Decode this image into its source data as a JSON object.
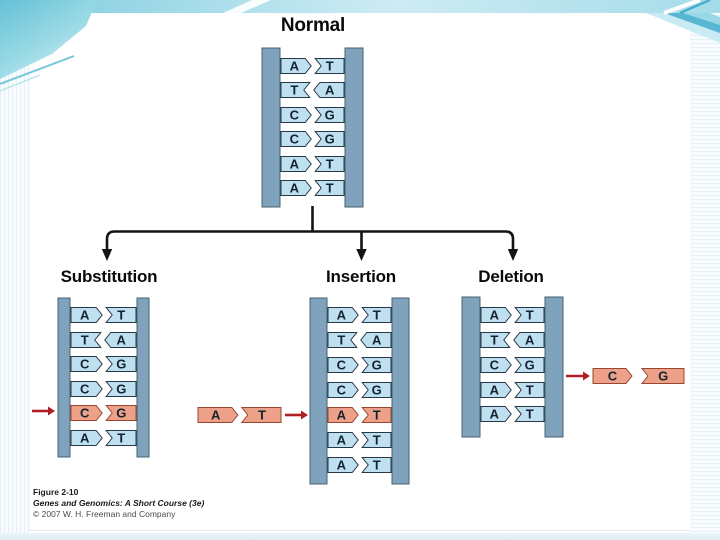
{
  "figure": {
    "title": "Normal",
    "sections": [
      {
        "id": "substitution",
        "label": "Substitution"
      },
      {
        "id": "insertion",
        "label": "Insertion"
      },
      {
        "id": "deletion",
        "label": "Deletion"
      }
    ],
    "ladders": {
      "normal": {
        "pairs": [
          {
            "left": "A",
            "right": "T",
            "dir": "right",
            "highlight": false
          },
          {
            "left": "T",
            "right": "A",
            "dir": "left",
            "highlight": false
          },
          {
            "left": "C",
            "right": "G",
            "dir": "right",
            "highlight": false
          },
          {
            "left": "C",
            "right": "G",
            "dir": "right",
            "highlight": false
          },
          {
            "left": "A",
            "right": "T",
            "dir": "right",
            "highlight": false
          },
          {
            "left": "A",
            "right": "T",
            "dir": "right",
            "highlight": false
          }
        ]
      },
      "substitution": {
        "pairs": [
          {
            "left": "A",
            "right": "T",
            "dir": "right",
            "highlight": false
          },
          {
            "left": "T",
            "right": "A",
            "dir": "left",
            "highlight": false
          },
          {
            "left": "C",
            "right": "G",
            "dir": "right",
            "highlight": false
          },
          {
            "left": "C",
            "right": "G",
            "dir": "right",
            "highlight": false
          },
          {
            "left": "C",
            "right": "G",
            "dir": "right",
            "highlight": true
          },
          {
            "left": "A",
            "right": "T",
            "dir": "right",
            "highlight": false
          }
        ]
      },
      "insertion": {
        "external_pair": {
          "left": "A",
          "right": "T"
        },
        "pairs": [
          {
            "left": "A",
            "right": "T",
            "dir": "right",
            "highlight": false
          },
          {
            "left": "T",
            "right": "A",
            "dir": "left",
            "highlight": false
          },
          {
            "left": "C",
            "right": "G",
            "dir": "right",
            "highlight": false
          },
          {
            "left": "C",
            "right": "G",
            "dir": "right",
            "highlight": false
          },
          {
            "left": "A",
            "right": "T",
            "dir": "right",
            "highlight": true
          },
          {
            "left": "A",
            "right": "T",
            "dir": "right",
            "highlight": false
          },
          {
            "left": "A",
            "right": "T",
            "dir": "right",
            "highlight": false
          }
        ]
      },
      "deletion": {
        "external_pair": {
          "left": "C",
          "right": "G"
        },
        "pairs": [
          {
            "left": "A",
            "right": "T",
            "dir": "right",
            "highlight": false
          },
          {
            "left": "T",
            "right": "A",
            "dir": "left",
            "highlight": false
          },
          {
            "left": "C",
            "right": "G",
            "dir": "right",
            "highlight": false
          },
          {
            "left": "A",
            "right": "T",
            "dir": "right",
            "highlight": false
          },
          {
            "left": "A",
            "right": "T",
            "dir": "right",
            "highlight": false
          }
        ]
      }
    },
    "caption": {
      "figure_number": "Figure 2-10",
      "book_title": "Genes and Genomics: A Short Course (3e)",
      "copyright": "© 2007 W. H. Freeman and Company"
    }
  },
  "colors": {
    "rail": "#7fa3bc",
    "rail_border": "#4a6170",
    "pair_fill": "#bee0f1",
    "pair_border": "#283744",
    "highlight_fill": "#eda188",
    "highlight_border": "#9c4632",
    "letter": "#152331",
    "red_arrow": "#ae1f26",
    "connector": "#141414",
    "slide_accent": "#6ec5d9"
  }
}
